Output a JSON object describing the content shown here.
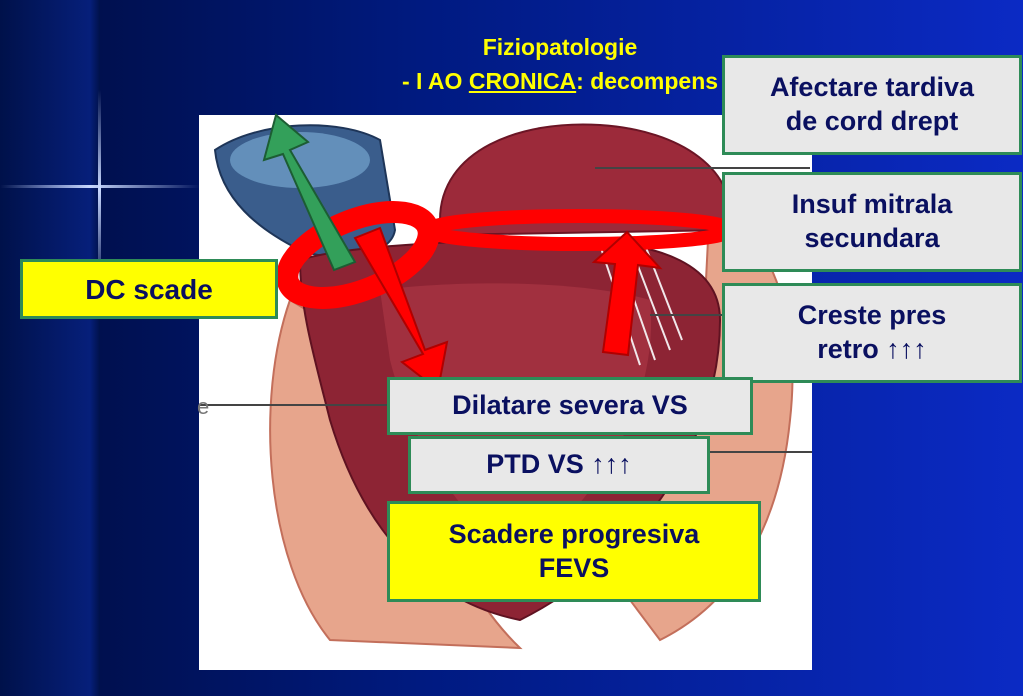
{
  "title": {
    "line1": "Fiziopatologie",
    "line2_prefix": "- I AO ",
    "line2_underlined": "CRONICA",
    "line2_suffix": ": decompens"
  },
  "boxes": {
    "dc_scade": "DC scade",
    "afectare_line1": "Afectare tardiva",
    "afectare_line2": "de cord drept",
    "insuf_line1": "Insuf mitrala",
    "insuf_line2": "secundara",
    "creste_line1": "Creste pres",
    "creste_line2": "retro ↑↑↑",
    "dilatare": "Dilatare severa VS",
    "ptd": "PTD VS ↑↑↑",
    "scadere_line1": "Scadere progresiva",
    "scadere_line2": "FEVS"
  },
  "colors": {
    "title": "#ffff00",
    "box_text": "#0a1060",
    "box_border": "#2e8b57",
    "box_gray": "#e8e8e8",
    "box_yellow": "#ffff00",
    "arrow_red": "#ff0000",
    "arrow_green": "#33a05a"
  }
}
